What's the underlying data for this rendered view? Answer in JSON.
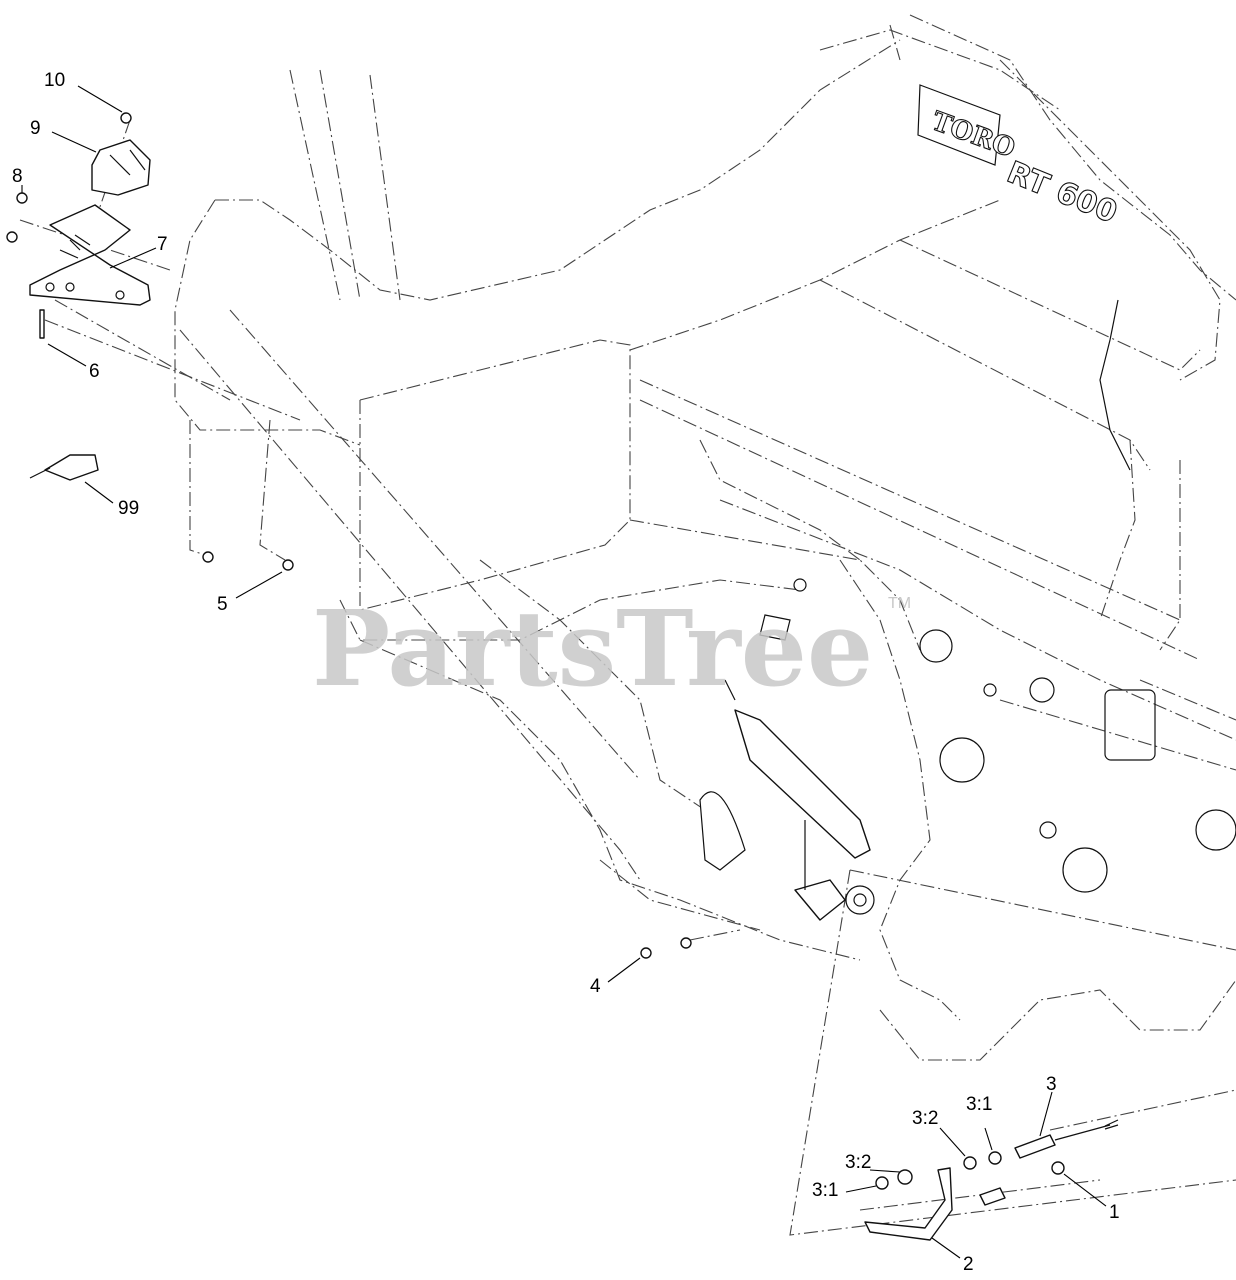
{
  "watermark": {
    "text": "PartsTree",
    "trademark": "TM"
  },
  "machine_labels": {
    "brand": "TORO",
    "model": "RT 600"
  },
  "callouts": [
    {
      "id": "10",
      "label": "10"
    },
    {
      "id": "9",
      "label": "9"
    },
    {
      "id": "8",
      "label": "8"
    },
    {
      "id": "7",
      "label": "7"
    },
    {
      "id": "6",
      "label": "6"
    },
    {
      "id": "99",
      "label": "99"
    },
    {
      "id": "5",
      "label": "5"
    },
    {
      "id": "4",
      "label": "4"
    },
    {
      "id": "3",
      "label": "3"
    },
    {
      "id": "3-1-upper",
      "label": "3:1"
    },
    {
      "id": "3-2-upper",
      "label": "3:2"
    },
    {
      "id": "3-2-lower",
      "label": "3:2"
    },
    {
      "id": "3-1-lower",
      "label": "3:1"
    },
    {
      "id": "1",
      "label": "1"
    },
    {
      "id": "2",
      "label": "2"
    }
  ]
}
